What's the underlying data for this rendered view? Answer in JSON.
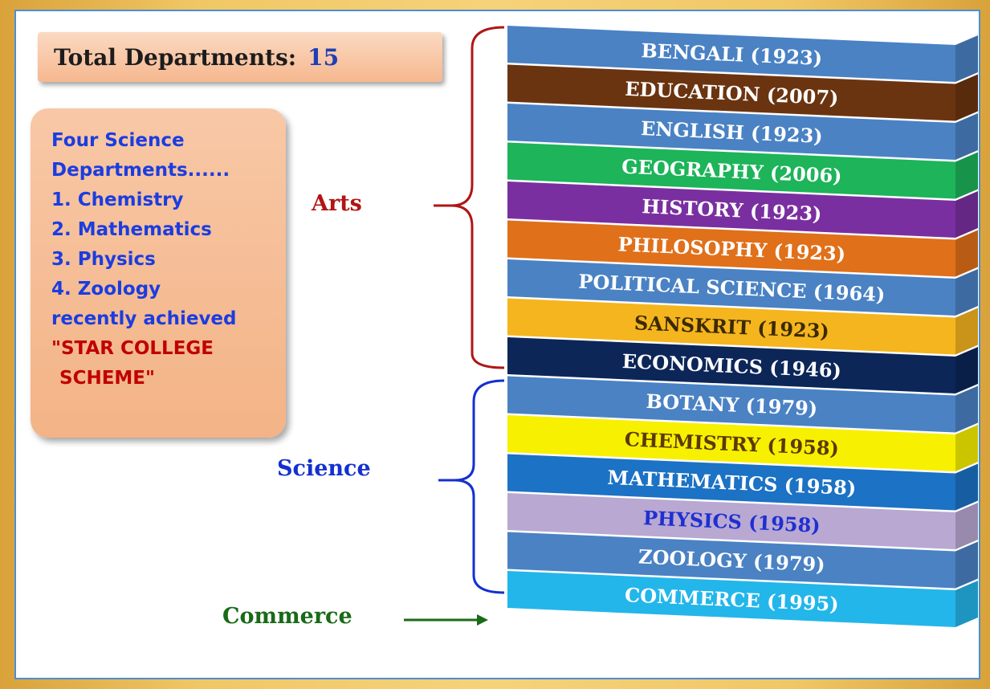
{
  "total": {
    "label": "Total Departments:",
    "value": "15"
  },
  "info": {
    "lines": [
      "Four Science",
      "Departments......",
      "1. Chemistry",
      "2. Mathematics",
      "3. Physics",
      "4. Zoology",
      "recently achieved"
    ],
    "highlight": [
      "\"STAR COLLEGE",
      "SCHEME\""
    ]
  },
  "groups": [
    {
      "label": "Arts",
      "color": "#b01515"
    },
    {
      "label": "Science",
      "color": "#1430d0"
    },
    {
      "label": "Commerce",
      "color": "#1a6a18"
    }
  ],
  "departments": [
    {
      "label": "BENGALI (1923)",
      "color": "#4a82c4",
      "text_color": "#ffffff"
    },
    {
      "label": "EDUCATION (2007)",
      "color": "#6b3410",
      "text_color": "#ffffff"
    },
    {
      "label": "ENGLISH (1923)",
      "color": "#4a82c4",
      "text_color": "#ffffff"
    },
    {
      "label": "GEOGRAPHY (2006)",
      "color": "#1db45a",
      "text_color": "#ffffff"
    },
    {
      "label": "HISTORY (1923)",
      "color": "#7a2fa0",
      "text_color": "#ffffff"
    },
    {
      "label": "PHILOSOPHY (1923)",
      "color": "#e0701a",
      "text_color": "#ffffff"
    },
    {
      "label": "POLITICAL SCIENCE (1964)",
      "color": "#4a82c4",
      "text_color": "#ffffff"
    },
    {
      "label": "SANSKRIT (1923)",
      "color": "#f5b51e",
      "text_color": "#3a2a00"
    },
    {
      "label": "ECONOMICS (1946)",
      "color": "#0c2658",
      "text_color": "#ffffff"
    },
    {
      "label": "BOTANY (1979)",
      "color": "#4a82c4",
      "text_color": "#ffffff"
    },
    {
      "label": "CHEMISTRY (1958)",
      "color": "#f7f000",
      "text_color": "#5a3a00"
    },
    {
      "label": "MATHEMATICS (1958)",
      "color": "#1c72c4",
      "text_color": "#ffffff"
    },
    {
      "label": "PHYSICS (1958)",
      "color": "#b8a8d2",
      "text_color": "#1f2fd0"
    },
    {
      "label": "ZOOLOGY (1979)",
      "color": "#4a82c4",
      "text_color": "#ffffff"
    },
    {
      "label": "COMMERCE (1995)",
      "color": "#23b6ea",
      "text_color": "#ffffff"
    }
  ]
}
